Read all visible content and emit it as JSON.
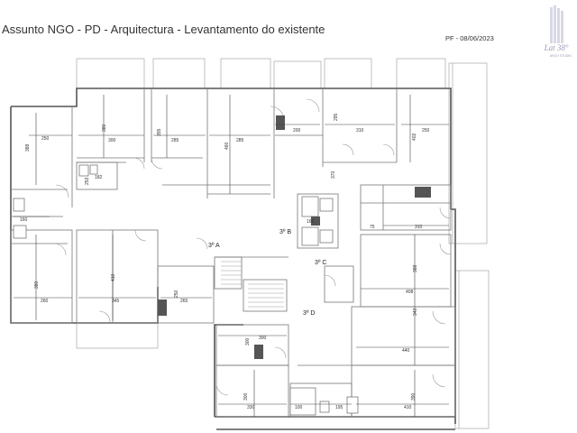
{
  "header": {
    "title": "Assunto NGO - PD - Arquitectura - Levantamento do existente",
    "date": "PF - 08/06/2023"
  },
  "logo": {
    "text": "Lat 38°",
    "subtext": "ARCH STUDIO",
    "icon": "building-logo-icon",
    "color": "#c9c9dc"
  },
  "floor_plan": {
    "stair_labels": [
      "3º A",
      "3º B",
      "3º C",
      "3º D"
    ],
    "dimensions": [
      "388",
      "250",
      "380",
      "300",
      "355",
      "285",
      "460",
      "285",
      "200",
      "295",
      "310",
      "402",
      "250",
      "160",
      "160",
      "182",
      "253",
      "370",
      "75",
      "310",
      "388",
      "408",
      "410",
      "345",
      "380",
      "260",
      "250",
      "265",
      "300",
      "300",
      "343",
      "440",
      "300",
      "330",
      "100",
      "195",
      "390",
      "410"
    ]
  }
}
